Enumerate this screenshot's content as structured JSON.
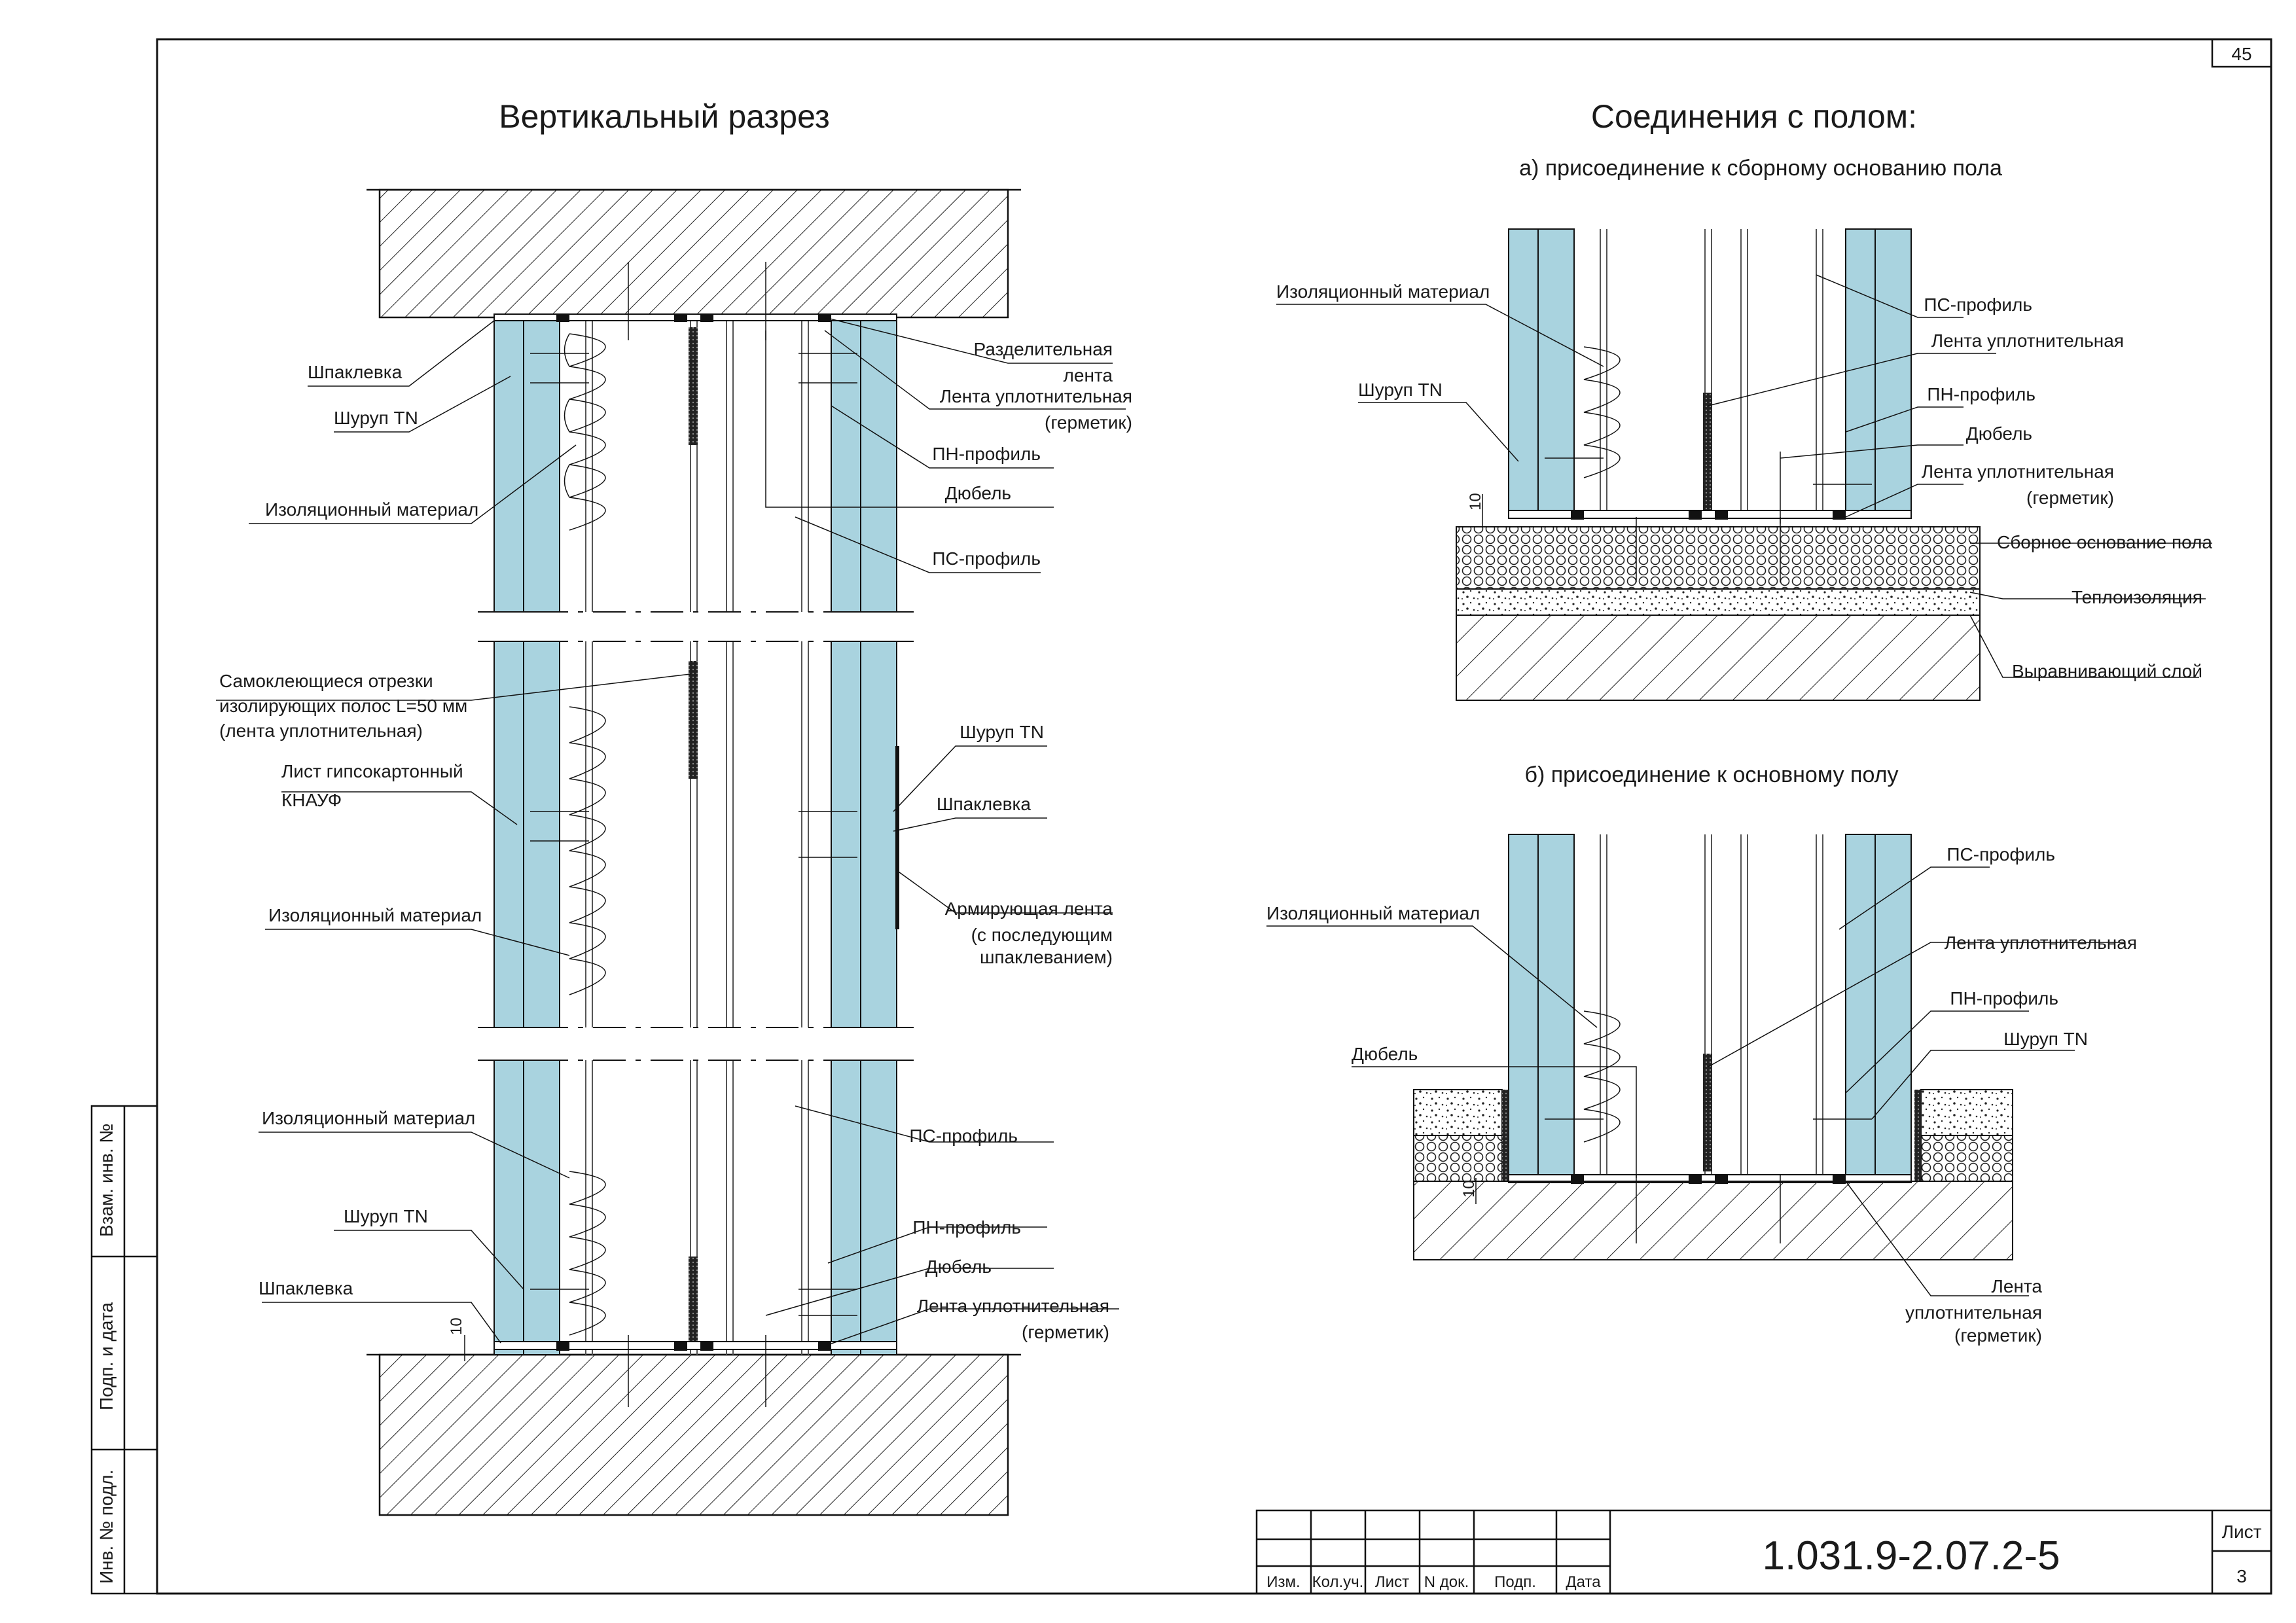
{
  "sheet_number": "45",
  "left_title": "Вертикальный разрез",
  "right_title": "Соединения с полом:",
  "section_a_title": "а) присоединение к сборному основанию пола",
  "section_b_title": "б) присоединение к основному полу",
  "left_labels": {
    "shpaklevka_top": "Шпаклевка",
    "shurup_top": "Шуруп TN",
    "izol_top": "Изоляционный материал",
    "razd_lenta_1": "Разделительная",
    "razd_lenta_2": "лента",
    "lenta_upl_top_1": "Лента уплотнительная",
    "lenta_upl_top_2": "(герметик)",
    "pn_top": "ПН-профиль",
    "dubel_top": "Дюбель",
    "ps_top": "ПС-профиль",
    "samokl_1": "Самоклеющиеся отрезки",
    "samokl_2": "изолирующих полос L=50 мм",
    "samokl_3": "(лента уплотнительная)",
    "list_1": "Лист гипсокартонный",
    "list_2": "КНАУФ",
    "izol_mid": "Изоляционный материал",
    "shurup_mid": "Шуруп TN",
    "shpaklevka_mid": "Шпаклевка",
    "arm_1": "Армирующая лента",
    "arm_2": "(с последующим",
    "arm_3": "шпаклеванием)",
    "izol_bot": "Изоляционный материал",
    "shurup_bot": "Шуруп TN",
    "shpaklevka_bot": "Шпаклевка",
    "ps_bot": "ПС-профиль",
    "pn_bot": "ПН-профиль",
    "dubel_bot": "Дюбель",
    "lenta_upl_bot_1": "Лента уплотнительная",
    "lenta_upl_bot_2": "(герметик)",
    "dim_10": "10"
  },
  "a_labels": {
    "izol": "Изоляционный материал",
    "shurup": "Шуруп TN",
    "ps": "ПС-профиль",
    "lenta_upl": "Лента уплотнительная",
    "pn": "ПН-профиль",
    "dubel": "Дюбель",
    "lenta_upl_g_1": "Лента уплотнительная",
    "lenta_upl_g_2": "(герметик)",
    "sbor": "Сборное основание пола",
    "teplo": "Теплоизоляция",
    "vyr": "Выравнивающий слой",
    "dim_10": "10"
  },
  "b_labels": {
    "ps": "ПС-профиль",
    "izol": "Изоляционный материал",
    "lenta_upl": "Лента уплотнительная",
    "pn": "ПН-профиль",
    "dubel": "Дюбель",
    "shurup": "Шуруп TN",
    "lenta_1": "Лента",
    "lenta_2": "уплотнительная",
    "lenta_3": "(герметик)",
    "dim_10": "10"
  },
  "side_stamp": {
    "vzam": "Взам. инв. №",
    "podp": "Подп. и дата",
    "inv": "Инв. № подл."
  },
  "title_block": {
    "headers": [
      "Изм.",
      "Кол.уч.",
      "Лист",
      "N док.",
      "Подп.",
      "Дата"
    ],
    "code": "1.031.9-2.07.2-5",
    "list_label": "Лист",
    "list_num": "3"
  },
  "colors": {
    "board": "#a9d3df",
    "line": "#111111"
  }
}
